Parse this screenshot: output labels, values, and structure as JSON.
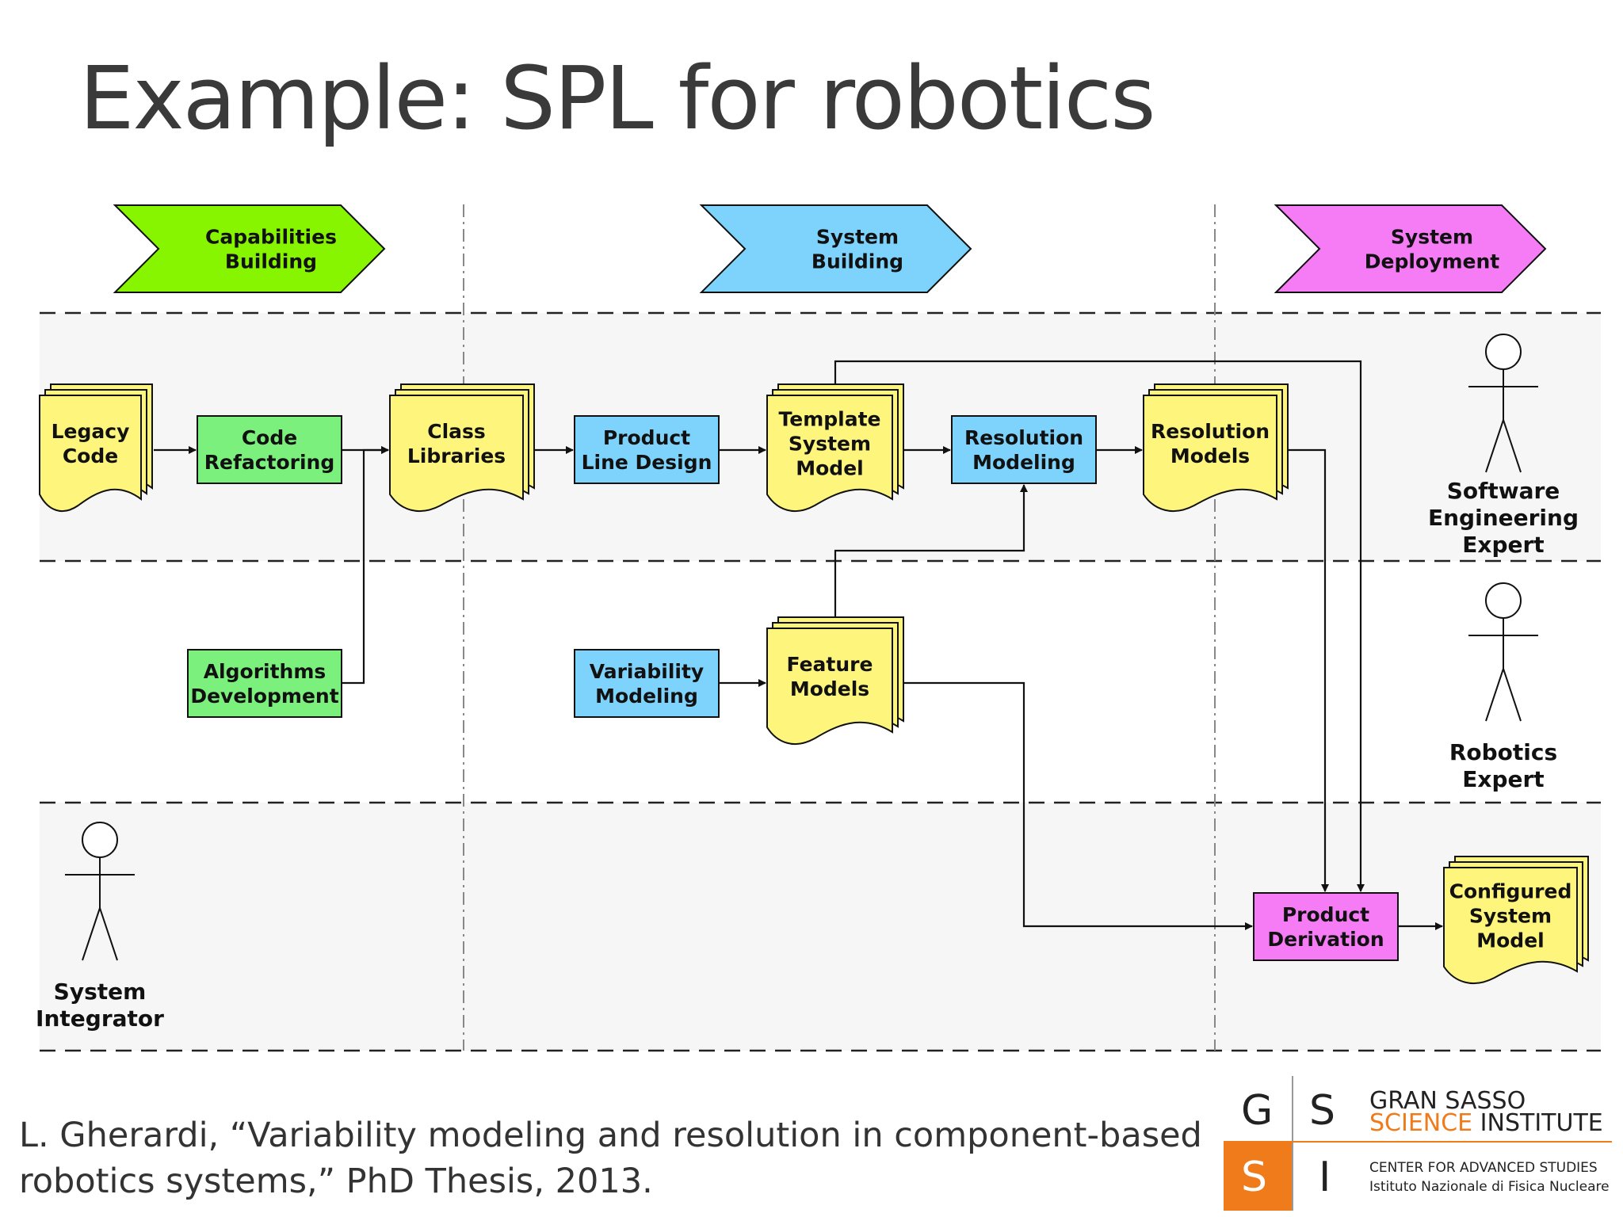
{
  "slide": {
    "title": "Example: SPL for robotics"
  },
  "phases": [
    {
      "id": "capabilities",
      "lines": [
        "Capabilities",
        "Building"
      ],
      "color": "#87f500"
    },
    {
      "id": "system-building",
      "lines": [
        "System",
        "Building"
      ],
      "color": "#7dd3fb"
    },
    {
      "id": "deployment",
      "lines": [
        "System",
        "Deployment"
      ],
      "color": "#f57cf5"
    }
  ],
  "nodes": {
    "legacy_code": {
      "shape": "document",
      "lines": [
        "Legacy",
        "Code"
      ],
      "color": "#fdf57c"
    },
    "code_refactoring": {
      "shape": "process",
      "lines": [
        "Code",
        "Refactoring"
      ],
      "color": "#7cf07c"
    },
    "class_libraries": {
      "shape": "document",
      "lines": [
        "Class",
        "Libraries"
      ],
      "color": "#fdf57c"
    },
    "product_line_design": {
      "shape": "process",
      "lines": [
        "Product",
        "Line Design"
      ],
      "color": "#7dd3fb"
    },
    "template_system_model": {
      "shape": "document",
      "lines": [
        "Template",
        "System",
        "Model"
      ],
      "color": "#fdf57c"
    },
    "resolution_modeling": {
      "shape": "process",
      "lines": [
        "Resolution",
        "Modeling"
      ],
      "color": "#7dd3fb"
    },
    "resolution_models": {
      "shape": "document",
      "lines": [
        "Resolution",
        "Models"
      ],
      "color": "#fdf57c"
    },
    "algorithms_development": {
      "shape": "process",
      "lines": [
        "Algorithms",
        "Development"
      ],
      "color": "#7cf07c"
    },
    "variability_modeling": {
      "shape": "process",
      "lines": [
        "Variability",
        "Modeling"
      ],
      "color": "#7dd3fb"
    },
    "feature_models": {
      "shape": "document",
      "lines": [
        "Feature",
        "Models"
      ],
      "color": "#fdf57c"
    },
    "product_derivation": {
      "shape": "process",
      "lines": [
        "Product",
        "Derivation"
      ],
      "color": "#f57cf5"
    },
    "configured_system_model": {
      "shape": "document",
      "lines": [
        "Configured",
        "System",
        "Model"
      ],
      "color": "#fdf57c"
    }
  },
  "edges": [
    {
      "from": "legacy_code",
      "to": "code_refactoring"
    },
    {
      "from": "code_refactoring",
      "to": "class_libraries"
    },
    {
      "from": "algorithms_development",
      "to": "class_libraries"
    },
    {
      "from": "class_libraries",
      "to": "product_line_design"
    },
    {
      "from": "product_line_design",
      "to": "template_system_model"
    },
    {
      "from": "template_system_model",
      "to": "resolution_modeling"
    },
    {
      "from": "resolution_modeling",
      "to": "resolution_models"
    },
    {
      "from": "variability_modeling",
      "to": "feature_models"
    },
    {
      "from": "feature_models",
      "to": "resolution_modeling"
    },
    {
      "from": "template_system_model",
      "to": "product_derivation"
    },
    {
      "from": "resolution_models",
      "to": "product_derivation"
    },
    {
      "from": "feature_models",
      "to": "product_derivation"
    },
    {
      "from": "product_derivation",
      "to": "configured_system_model"
    }
  ],
  "actors": [
    {
      "id": "software_engineering_expert",
      "lines": [
        "Software",
        "Engineering",
        "Expert"
      ]
    },
    {
      "id": "robotics_expert",
      "lines": [
        "Robotics",
        "Expert"
      ]
    },
    {
      "id": "system_integrator",
      "lines": [
        "System",
        "Integrator"
      ]
    }
  ],
  "citation": {
    "line1": "L. Gherardi, “Variability modeling and resolution  in component-based",
    "line2": "robotics systems,” PhD Thesis, 2013."
  },
  "logo": {
    "letters": [
      "G",
      "S",
      "S",
      "I"
    ],
    "name_line1": "GRAN SASSO",
    "name_line2_part1": "SCIENCE",
    "name_line2_part2": " INSTITUTE",
    "sub_line1": "CENTER FOR ADVANCED STUDIES",
    "sub_line2": "Istituto Nazionale di Fisica Nucleare",
    "accent_color": "#f07b1a"
  }
}
